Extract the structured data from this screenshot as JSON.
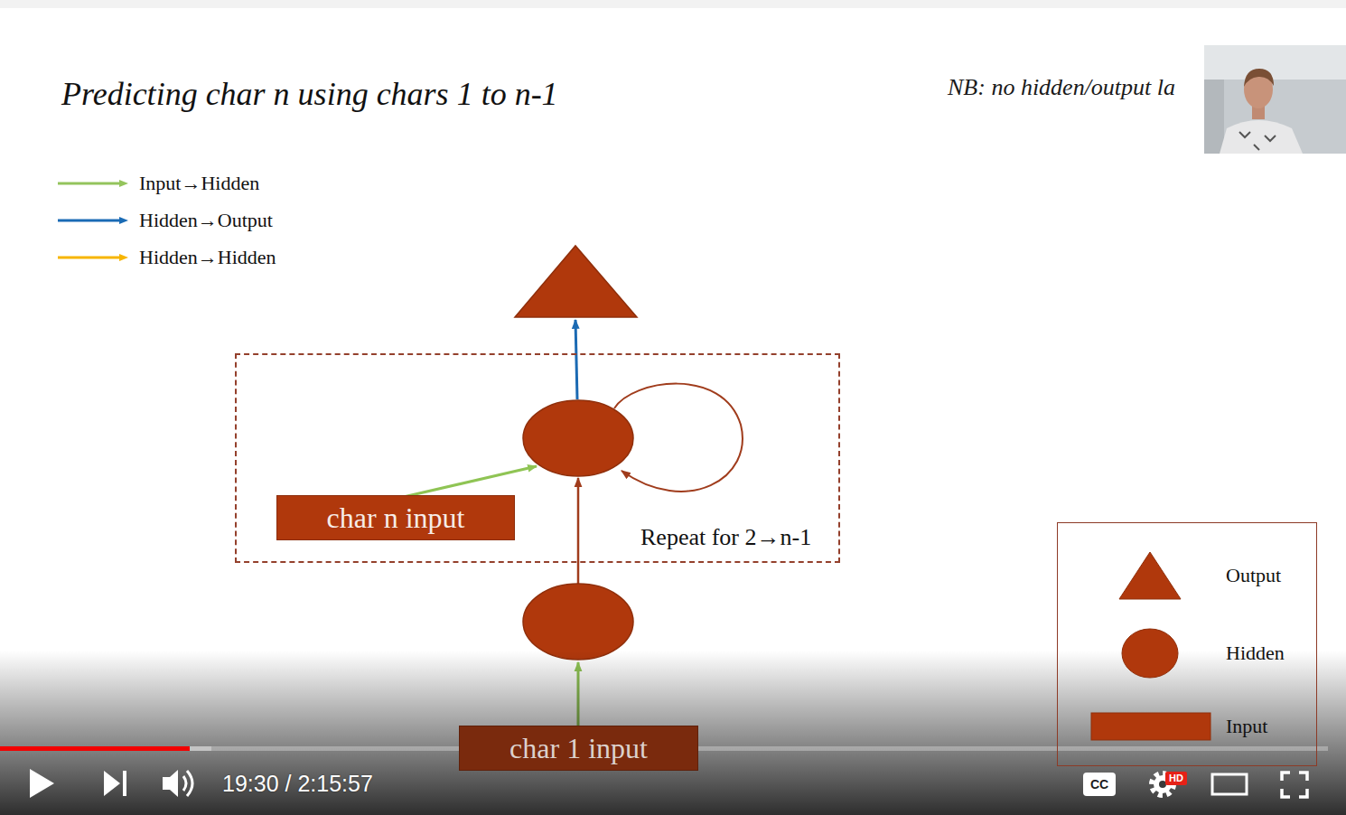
{
  "diagram": {
    "title": "Predicting char n using chars 1 to n-1",
    "nodes": [
      {
        "text": [
          "Repeat for 2→n-1"
        ]
      },
      {
        "text": [
          "char n input"
        ],
        "in": 0
      },
      {
        "text": [
          "char 1 input"
        ]
      }
    ],
    "labels": [
      "NB: no hidden/output la",
      "19:30 / 2:15:57",
      "CC",
      "HD"
    ],
    "legend": [
      {
        "text": "Input→Hidden"
      },
      {
        "text": "Hidden→Output"
      },
      {
        "text": "Hidden→Hidden"
      },
      {
        "text": "Output"
      },
      {
        "text": "Hidden"
      },
      {
        "text": "Input"
      }
    ]
  }
}
